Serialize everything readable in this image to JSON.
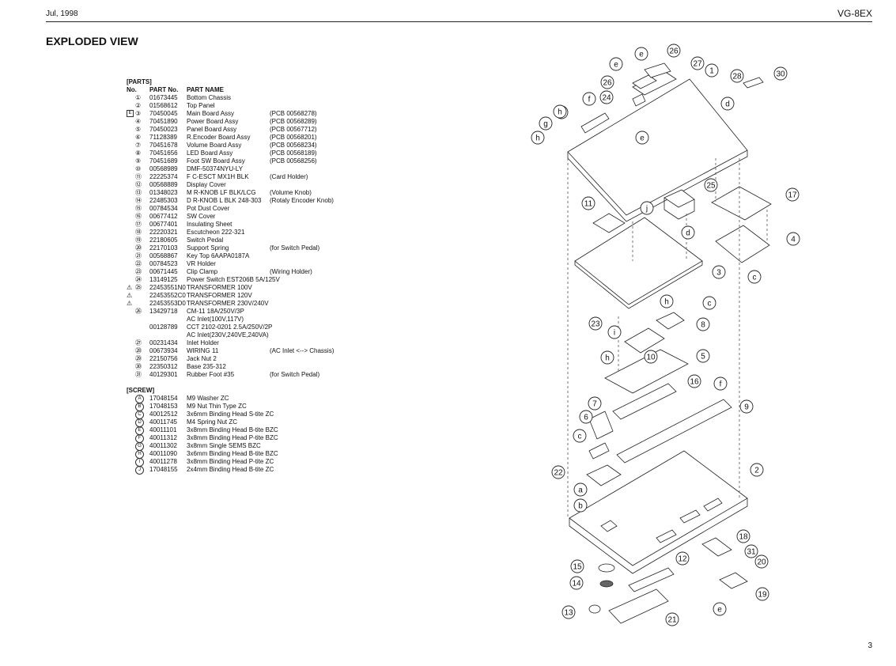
{
  "header": {
    "date": "Jul, 1998",
    "model": "VG-8EX"
  },
  "title": "EXPLODED VIEW",
  "page_number": "3",
  "parts": {
    "section_label": "[PARTS]",
    "col_no": "No.",
    "col_part_no": "PART No.",
    "col_part_name": "PART NAME",
    "rows": [
      {
        "flag": "",
        "no": "1",
        "part_no": "01673445",
        "name": "Bottom Chassis",
        "note": ""
      },
      {
        "flag": "",
        "no": "2",
        "part_no": "01568612",
        "name": "Top Panel",
        "note": ""
      },
      {
        "flag": "E",
        "no": "3",
        "part_no": "70450045",
        "name": "Main Board Assy",
        "note": "(PCB 00568278)"
      },
      {
        "flag": "",
        "no": "4",
        "part_no": "70451890",
        "name": "Power Board Assy",
        "note": "(PCB 00568289)"
      },
      {
        "flag": "",
        "no": "5",
        "part_no": "70450023",
        "name": "Panel Board Assy",
        "note": "(PCB 00567712)"
      },
      {
        "flag": "",
        "no": "6",
        "part_no": "71128389",
        "name": "R.Encoder Board Assy",
        "note": "(PCB 00568201)"
      },
      {
        "flag": "",
        "no": "7",
        "part_no": "70451678",
        "name": "Volume Board Assy",
        "note": "(PCB 00568234)"
      },
      {
        "flag": "",
        "no": "8",
        "part_no": "70451656",
        "name": "LED Board Assy",
        "note": "(PCB 00568189)"
      },
      {
        "flag": "",
        "no": "9",
        "part_no": "70451689",
        "name": "Foot SW Board Assy",
        "note": "(PCB 00568256)"
      },
      {
        "flag": "",
        "no": "10",
        "part_no": "00568989",
        "name": "DMF-50374NYU-LY",
        "note": ""
      },
      {
        "flag": "",
        "no": "11",
        "part_no": "22225374",
        "name": "F C-ESCT MX1H BLK",
        "note": "(Card Holder)"
      },
      {
        "flag": "",
        "no": "12",
        "part_no": "00568889",
        "name": "Display Cover",
        "note": ""
      },
      {
        "flag": "",
        "no": "13",
        "part_no": "01348023",
        "name": "M R-KNOB LF BLK/LCG",
        "note": "(Volume Knob)"
      },
      {
        "flag": "",
        "no": "14",
        "part_no": "22485303",
        "name": "D R-KNOB L BLK 248-303",
        "note": "(Rotaly Encoder Knob)"
      },
      {
        "flag": "",
        "no": "15",
        "part_no": "00784534",
        "name": "Pot Dust Cover",
        "note": ""
      },
      {
        "flag": "",
        "no": "16",
        "part_no": "00677412",
        "name": "SW Cover",
        "note": ""
      },
      {
        "flag": "",
        "no": "17",
        "part_no": "00677401",
        "name": "Insulating Sheet",
        "note": ""
      },
      {
        "flag": "",
        "no": "18",
        "part_no": "22220321",
        "name": "Escutcheon 222-321",
        "note": ""
      },
      {
        "flag": "",
        "no": "19",
        "part_no": "22180605",
        "name": "Switch Pedal",
        "note": ""
      },
      {
        "flag": "",
        "no": "20",
        "part_no": "22170103",
        "name": "Support Spring",
        "note": "(for Switch Pedal)"
      },
      {
        "flag": "",
        "no": "21",
        "part_no": "00568867",
        "name": "Key Top 6AAPA0187A",
        "note": ""
      },
      {
        "flag": "",
        "no": "22",
        "part_no": "00784523",
        "name": "VR Holder",
        "note": ""
      },
      {
        "flag": "",
        "no": "23",
        "part_no": "00671445",
        "name": "Clip Clamp",
        "note": "(Wiring Holder)"
      },
      {
        "flag": "",
        "no": "24",
        "part_no": "13149125",
        "name": "Power Switch EST206B 5A/125V",
        "note": ""
      },
      {
        "flag": "⚠",
        "no": "25",
        "part_no": "22453551N0",
        "name": "TRANSFORMER 100V",
        "note": ""
      },
      {
        "flag": "⚠",
        "no": "",
        "part_no": "22453552C0",
        "name": "TRANSFORMER 120V",
        "note": ""
      },
      {
        "flag": "⚠",
        "no": "",
        "part_no": "22453553D0",
        "name": "TRANSFORMER 230V/240V",
        "note": ""
      },
      {
        "flag": "",
        "no": "26",
        "part_no": "13429718",
        "name": "CM-11 18A/250V/3P",
        "note": ""
      },
      {
        "flag": "",
        "no": "",
        "part_no": "",
        "name": "AC Inlet(100V,117V)",
        "note": ""
      },
      {
        "flag": "",
        "no": "",
        "part_no": "00128789",
        "name": "CCT 2102-0201 2.5A/250V/2P",
        "note": ""
      },
      {
        "flag": "",
        "no": "",
        "part_no": "",
        "name": "AC Inlet(230V,240VE,240VA)",
        "note": ""
      },
      {
        "flag": "",
        "no": "27",
        "part_no": "00231434",
        "name": "Inlet Holder",
        "note": ""
      },
      {
        "flag": "",
        "no": "28",
        "part_no": "00673934",
        "name": "WIRING 11",
        "note": "(AC Inlet <--> Chassis)"
      },
      {
        "flag": "",
        "no": "29",
        "part_no": "22150756",
        "name": "Jack Nut 2",
        "note": ""
      },
      {
        "flag": "",
        "no": "30",
        "part_no": "22350312",
        "name": "Base 235-312",
        "note": ""
      },
      {
        "flag": "",
        "no": "31",
        "part_no": "40129301",
        "name": "Rubber Foot #35",
        "note": "(for Switch Pedal)"
      }
    ]
  },
  "screws": {
    "section_label": "[SCREW]",
    "rows": [
      {
        "no": "A",
        "part_no": "17048154",
        "name": "M9 Washer ZC"
      },
      {
        "no": "B",
        "part_no": "17048153",
        "name": "M9 Nut Thin Type ZC"
      },
      {
        "no": "C",
        "part_no": "40012512",
        "name": "3x6mm Binding Head S-tite ZC"
      },
      {
        "no": "D",
        "part_no": "40011745",
        "name": "M4 Spring Nut ZC"
      },
      {
        "no": "E",
        "part_no": "40011101",
        "name": "3x8mm Binding Head B-tite BZC"
      },
      {
        "no": "F",
        "part_no": "40011312",
        "name": "3x8mm Binding Head P-tite BZC"
      },
      {
        "no": "G",
        "part_no": "40011302",
        "name": "3x8mm Single SEMS BZC"
      },
      {
        "no": "H",
        "part_no": "40011090",
        "name": "3x6mm Binding Head B-tite BZC"
      },
      {
        "no": "I",
        "part_no": "40011278",
        "name": "3x8mm Binding Head P-tite ZC"
      },
      {
        "no": "J",
        "part_no": "17048155",
        "name": "2x4mm Binding Head B-tite ZC"
      }
    ]
  },
  "diagram": {
    "callouts": [
      "26",
      "27",
      "1",
      "28",
      "30",
      "e",
      "e",
      "26",
      "24",
      "29",
      "f",
      "d",
      "h",
      "g",
      "h",
      "e",
      "25",
      "17",
      "11",
      "j",
      "d",
      "4",
      "3",
      "c",
      "h",
      "c",
      "23",
      "8",
      "i",
      "h",
      "10",
      "5",
      "16",
      "f",
      "7",
      "9",
      "6",
      "c",
      "22",
      "2",
      "a",
      "b",
      "15",
      "12",
      "18",
      "31",
      "20",
      "14",
      "19",
      "e",
      "13",
      "21"
    ]
  }
}
